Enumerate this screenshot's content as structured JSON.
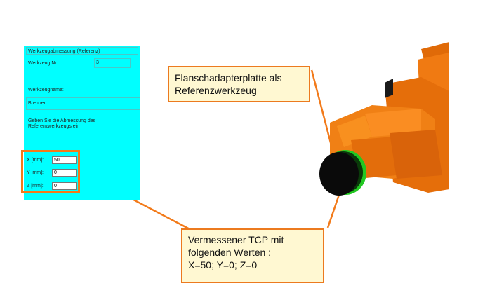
{
  "panel": {
    "title": "Werkzeugabmessung (Referenz)",
    "tool_no_label": "Werkzeug Nr.",
    "tool_no_value": "3",
    "tool_name_label": "Werkzeugname:",
    "tool_name_value": "Brenner",
    "description": "Geben Sie die Abmessung des Referenzwerkzeugs ein",
    "fields": [
      {
        "label": "X [mm]:",
        "value": "50"
      },
      {
        "label": "Y [mm]:",
        "value": "0"
      },
      {
        "label": "Z [mm]:",
        "value": "0"
      }
    ]
  },
  "callouts": {
    "flange": "Flanschadapterplatte als Referenzwerkzeug",
    "tcp_line1": "Vermessener TCP mit",
    "tcp_line2": "folgenden Werten :",
    "tcp_line3": "X=50; Y=0; Z=0"
  },
  "colors": {
    "panel_bg": "#00ffff",
    "highlight": "#f27a1a",
    "callout_bg": "#fff8d2",
    "robot_orange": "#f07a12",
    "flange_ring": "#22c822"
  }
}
